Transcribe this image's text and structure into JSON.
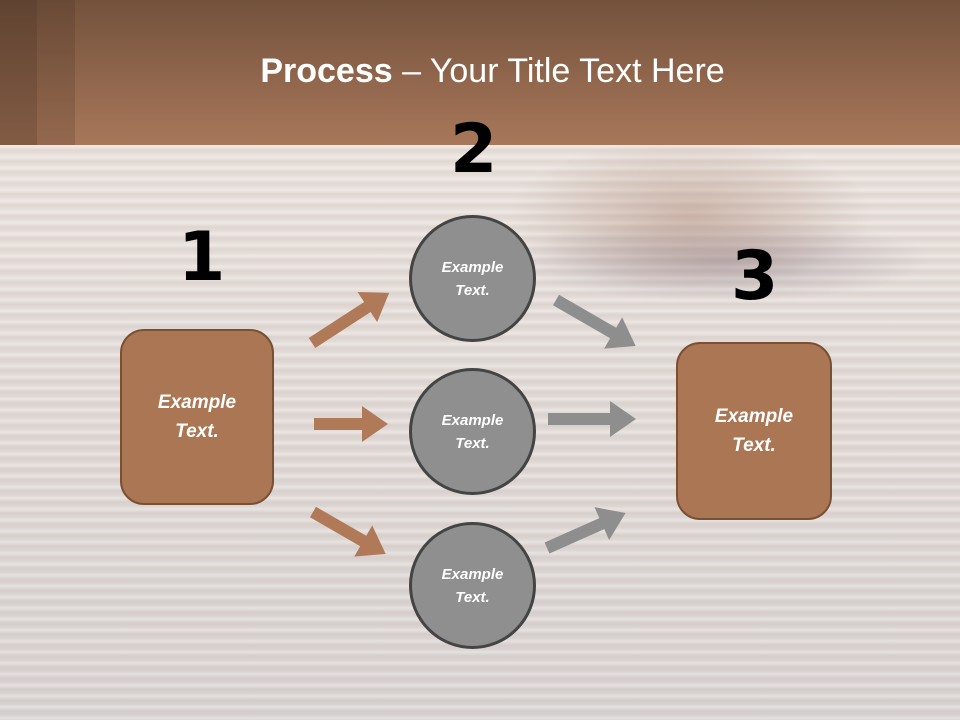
{
  "slide": {
    "title_bold": "Process",
    "title_rest": " – Your Title Text Here"
  },
  "steps": [
    {
      "number": "1",
      "boxes": [
        {
          "text_line1": "Example",
          "text_line2": "Text."
        }
      ]
    },
    {
      "number": "2",
      "circles": [
        {
          "text_line1": "Example",
          "text_line2": "Text."
        },
        {
          "text_line1": "Example",
          "text_line2": "Text."
        },
        {
          "text_line1": "Example",
          "text_line2": "Text."
        }
      ]
    },
    {
      "number": "3",
      "boxes": [
        {
          "text_line1": "Example",
          "text_line2": "Text."
        }
      ]
    }
  ],
  "colors": {
    "header_top": "#73523c",
    "header_bottom": "#a8775a",
    "box_fill": "#ab7654",
    "box_border": "#7a5035",
    "circle_fill": "#8f8f8f",
    "circle_border": "#444444",
    "arrow_brown": "#b07a58",
    "arrow_gray": "#8e8e8e"
  }
}
